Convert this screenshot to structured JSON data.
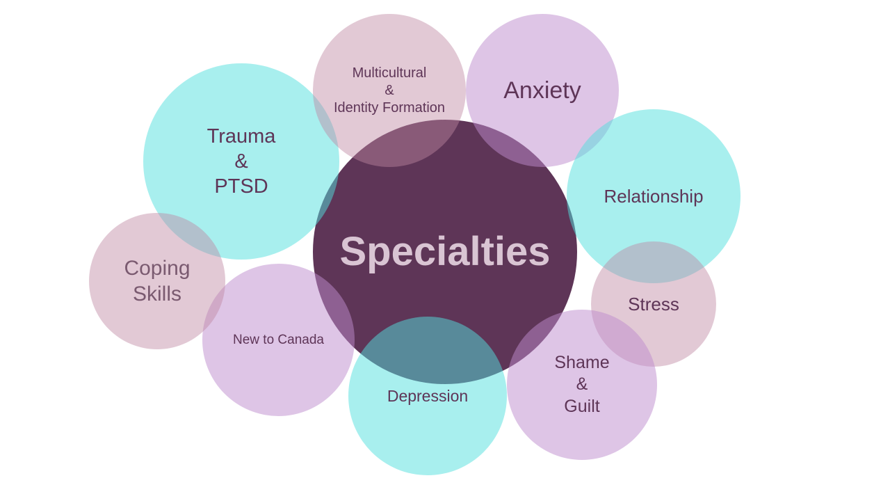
{
  "title": "Specialties",
  "colors": {
    "center": "#5e3557",
    "cyan": "#a8efee",
    "pink": "#dfc3d0",
    "lavender": "#dec5e6",
    "text": "#5e3557"
  },
  "bubbles": {
    "trauma": [
      "Trauma",
      "&",
      "PTSD"
    ],
    "multicultural": [
      "Multicultural",
      "&",
      "Identity Formation"
    ],
    "anxiety": [
      "Anxiety"
    ],
    "relationship": [
      "Relationship"
    ],
    "stress": [
      "Stress"
    ],
    "shame": [
      "Shame",
      "&",
      "Guilt"
    ],
    "depression": [
      "Depression"
    ],
    "canada": [
      "New to Canada"
    ],
    "coping": [
      "Coping",
      "Skills"
    ]
  }
}
